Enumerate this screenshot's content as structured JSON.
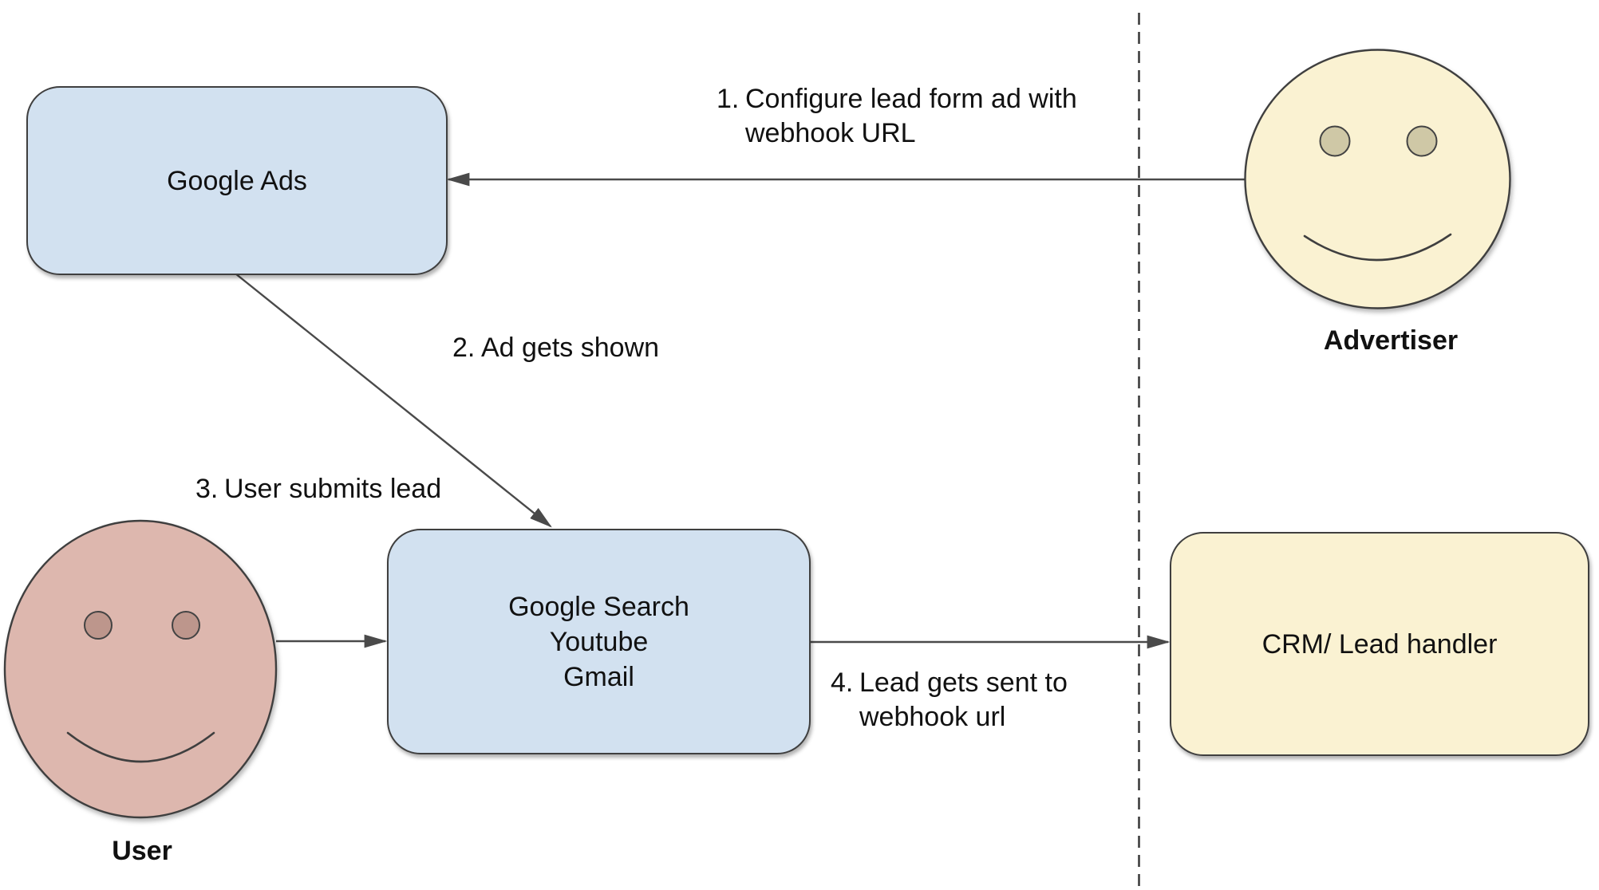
{
  "nodes": {
    "google_ads": {
      "label": "Google Ads"
    },
    "google_properties": {
      "line1": "Google Search",
      "line2": "Youtube",
      "line3": "Gmail"
    },
    "crm": {
      "label": "CRM/ Lead handler"
    }
  },
  "actors": {
    "advertiser": {
      "label": "Advertiser"
    },
    "user": {
      "label": "User"
    }
  },
  "steps": {
    "step1": {
      "number": "1.",
      "line1": "Configure lead form ad with",
      "line2": "webhook URL"
    },
    "step2": {
      "number": "2.",
      "line1": "Ad gets shown"
    },
    "step3": {
      "number": "3.",
      "line1": "User submits lead"
    },
    "step4": {
      "number": "4.",
      "line1": "Lead gets sent to",
      "line2": "webhook url"
    }
  },
  "colors": {
    "node_blue_fill": "#d2e1f0",
    "node_yellow_fill": "#faf2d2",
    "actor_pink_fill": "#ddb7ae",
    "pink_eye_fill": "#bd968c",
    "yellow_eye_fill": "#cfc8a6",
    "shape_stroke": "#3f3f3f",
    "arrow_stroke": "#4a4a4a",
    "text": "#111111",
    "background": "#ffffff"
  }
}
